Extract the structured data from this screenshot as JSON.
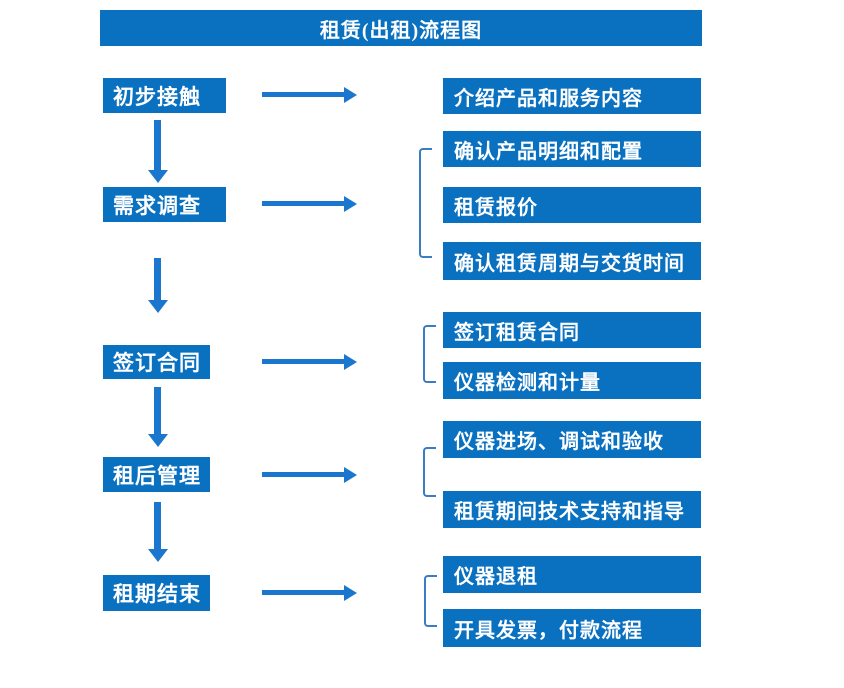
{
  "title": "租赁(出租)流程图",
  "colors": {
    "box_fill": "#0a70c0",
    "arrow": "#1b77ce",
    "bracket": "#3b7dc2",
    "text": "#ffffff",
    "background": "#ffffff"
  },
  "steps": [
    {
      "label": "初步接触",
      "details": [
        "介绍产品和服务内容"
      ]
    },
    {
      "label": "需求调查",
      "details": [
        "确认产品明细和配置",
        "租赁报价",
        "确认租赁周期与交货时间"
      ]
    },
    {
      "label": "签订合同",
      "details": [
        "签订租赁合同",
        "仪器检测和计量"
      ]
    },
    {
      "label": "租后管理",
      "details": [
        "仪器进场、调试和验收",
        "租赁期间技术支持和指导"
      ]
    },
    {
      "label": "租期结束",
      "details": [
        "仪器退租",
        "开具发票，付款流程"
      ]
    }
  ]
}
